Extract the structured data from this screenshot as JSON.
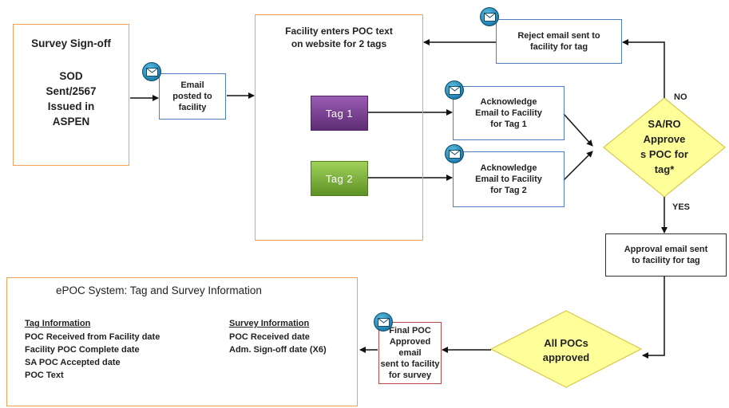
{
  "survey_signoff": {
    "title": "Survey Sign-off",
    "lines": [
      "SOD",
      "Sent/2567",
      "Issued in",
      "ASPEN"
    ]
  },
  "email_posted": [
    "Email",
    "posted to",
    "facility"
  ],
  "facility_box": [
    "Facility  enters POC text",
    "on website for 2 tags"
  ],
  "tags": [
    "Tag  1",
    "Tag  2"
  ],
  "reject_email": [
    "Reject email sent to",
    "facility for tag"
  ],
  "ack1": [
    "Acknowledge",
    "Email to Facility",
    "for Tag 1"
  ],
  "ack2": [
    "Acknowledge",
    "Email to Facility",
    "for Tag 2"
  ],
  "decision": {
    "lines": [
      "SA/RO",
      "Approve",
      "s POC for",
      "tag*"
    ],
    "no_label": "NO",
    "yes_label": "YES"
  },
  "approval_email": [
    "Approval email sent",
    "to facility for tag"
  ],
  "all_pocs": [
    "All POCs",
    "approved"
  ],
  "final_poc": [
    "Final POC",
    "Approved email",
    "sent to facility",
    "for survey"
  ],
  "epoc": {
    "title": "ePOC System: Tag and Survey Information",
    "tag_header": "Tag Information",
    "tag_items": [
      "POC Received from Facility date",
      "Facility POC Complete date",
      "SA POC Accepted date",
      "POC Text"
    ],
    "survey_header": "Survey Information",
    "survey_items": [
      "POC Received date",
      "Adm. Sign-off date (X6)"
    ]
  },
  "colors": {
    "orange_border": "#f0a057",
    "blue_border": "#4f7fc0",
    "tag_purple": "#7a3d91",
    "tag_green": "#7fb23a",
    "diamond_fill": "#ffff99"
  }
}
